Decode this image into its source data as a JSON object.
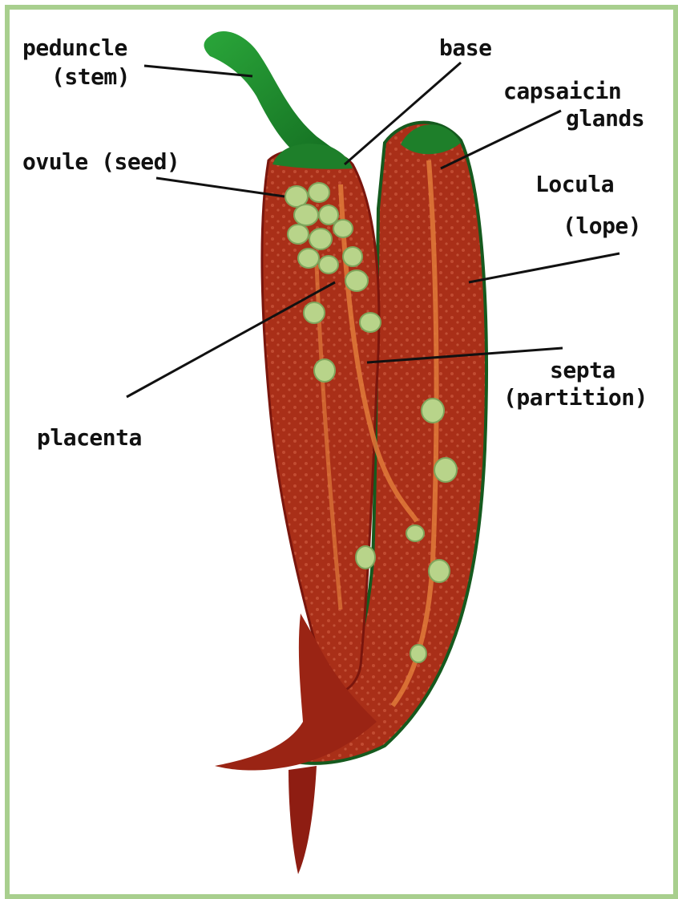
{
  "colors": {
    "frame": "#a8cf8e",
    "skin": "#8e1d12",
    "flesh": "#b2361c",
    "stem": "#1f8a2c",
    "seed": "#b8d48a",
    "vein": "#e07a3a"
  },
  "labels": {
    "peduncle": "peduncle",
    "stem": "(stem)",
    "base": "base",
    "capsaicin": "capsaicin",
    "glands": "glands",
    "ovule": "ovule (seed)",
    "locula": "Locula",
    "lope": "(lope)",
    "placenta": "placenta",
    "septa": "septa",
    "partition": "(partition)"
  }
}
